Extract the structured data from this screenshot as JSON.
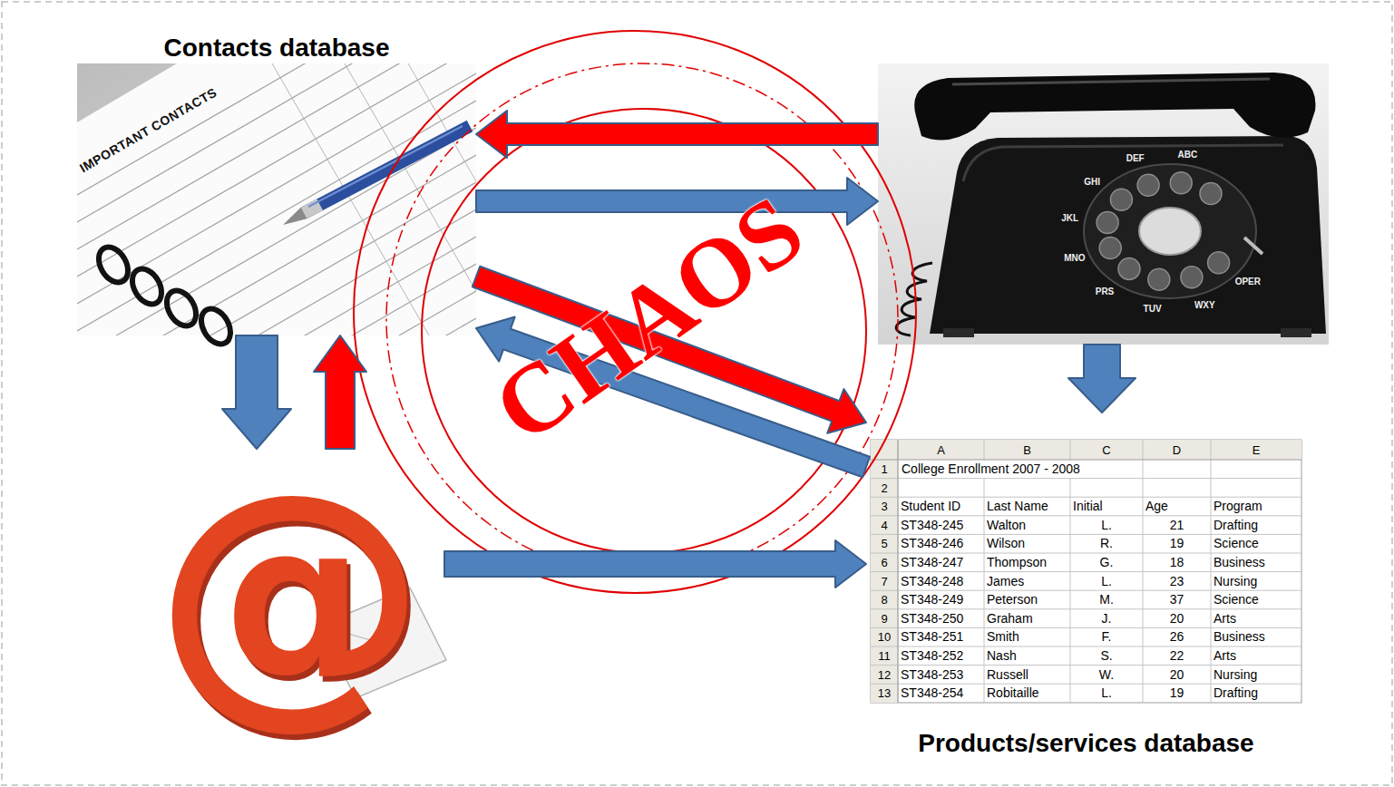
{
  "diagram": {
    "nodes": [
      {
        "text": [
          "Contacts database",
          "IMPORTANT CONTACTS"
        ]
      },
      {
        "text": [
          "ABC",
          "DEF",
          "GHI",
          "JKL",
          "MNO",
          "PRS",
          "TUV",
          "WXY",
          "OPER"
        ]
      },
      {
        "text": [
          "@"
        ]
      },
      {
        "text": [
          "Products/services database"
        ]
      }
    ],
    "edges": [
      {
        "from": 1,
        "to": 0,
        "arrow": "to"
      },
      {
        "from": 0,
        "to": 1,
        "arrow": "to"
      },
      {
        "from": 0,
        "to": 3,
        "arrow": "to"
      },
      {
        "from": 3,
        "to": 0,
        "arrow": "to"
      },
      {
        "from": 1,
        "to": 3,
        "arrow": "to"
      },
      {
        "from": 0,
        "to": 2,
        "arrow": "to"
      },
      {
        "from": 2,
        "to": 0,
        "arrow": "to"
      },
      {
        "from": 2,
        "to": 3,
        "arrow": "to"
      }
    ],
    "labels": [
      "CHAOS",
      "A",
      "B",
      "C",
      "D",
      "E",
      "1",
      "College Enrollment 2007 - 2008",
      "2",
      "3",
      "Student ID",
      "Last Name",
      "Initial",
      "Age",
      "Program",
      "4",
      "ST348-245",
      "Walton",
      "L.",
      "21",
      "Drafting",
      "5",
      "ST348-246",
      "Wilson",
      "R.",
      "19",
      "Science",
      "6",
      "ST348-247",
      "Thompson",
      "G.",
      "18",
      "Business",
      "7",
      "ST348-248",
      "James",
      "L.",
      "23",
      "Nursing",
      "8",
      "ST348-249",
      "Peterson",
      "M.",
      "37",
      "Science",
      "9",
      "ST348-250",
      "Graham",
      "J.",
      "20",
      "Arts",
      "10",
      "ST348-251",
      "Smith",
      "F.",
      "26",
      "Business",
      "11",
      "ST348-252",
      "Nash",
      "S.",
      "22",
      "Arts",
      "12",
      "ST348-253",
      "Russell",
      "W.",
      "20",
      "Nursing",
      "13",
      "ST348-254",
      "Robitaille",
      "L.",
      "19",
      "Drafting"
    ]
  }
}
